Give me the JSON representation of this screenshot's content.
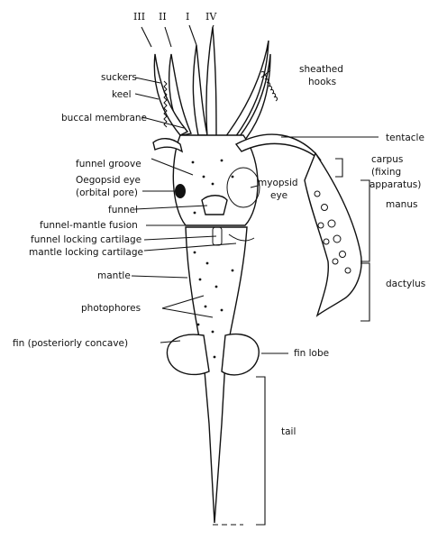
{
  "arm_numbers": [
    "III",
    "II",
    "I",
    "IV"
  ],
  "labels": {
    "suckers": "suckers",
    "keel": "keel",
    "buccal_membrane": "buccal membrane",
    "funnel_groove": "funnel groove",
    "oegopsid_eye": "Oegopsid eye",
    "orbital_pore": "(orbital pore)",
    "funnel": "funnel",
    "funnel_mantle_fusion": "funnel-mantle fusion",
    "funnel_locking_cartilage": "funnel locking cartilage",
    "mantle_locking_cartilage": "mantle locking cartilage",
    "mantle": "mantle",
    "photophores": "photophores",
    "fin": "fin (posteriorly concave)",
    "sheathed_hooks_1": "sheathed",
    "sheathed_hooks_2": "hooks",
    "tentacle": "tentacle",
    "carpus_1": "carpus",
    "carpus_2": "(fixing",
    "carpus_3": "apparatus)",
    "myopsid_eye_1": "myopsid",
    "myopsid_eye_2": "eye",
    "manus": "manus",
    "dactylus": "dactylus",
    "fin_lobe": "fin lobe",
    "tail": "tail"
  }
}
